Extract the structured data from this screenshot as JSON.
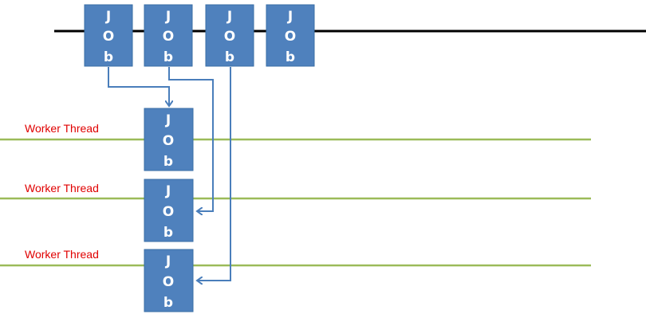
{
  "diagram": {
    "job_letters": [
      "J",
      "O",
      "b"
    ],
    "worker_label": "Worker Thread",
    "colors": {
      "job_fill": "#4f81bd",
      "job_border": "#3a6ea5",
      "queue_line": "#000000",
      "thread_line": "#9bbb59",
      "arrow": "#4a7ebb",
      "label": "#e00000"
    }
  }
}
